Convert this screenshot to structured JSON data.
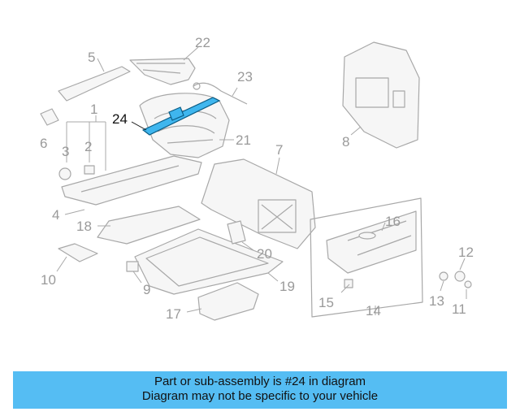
{
  "diagram": {
    "highlighted_part": "24",
    "callouts": [
      "1",
      "2",
      "3",
      "4",
      "5",
      "6",
      "7",
      "8",
      "9",
      "10",
      "11",
      "12",
      "13",
      "14",
      "15",
      "16",
      "17",
      "18",
      "19",
      "20",
      "21",
      "22",
      "23",
      "24"
    ]
  },
  "banner": {
    "line1": "Part or sub-assembly is #24 in diagram",
    "line2": "Diagram may not be specific to your vehicle"
  },
  "colors": {
    "highlight": "#3fb6ee",
    "banner_bg": "#55bdf3",
    "line_art": "#a8a8a8"
  }
}
